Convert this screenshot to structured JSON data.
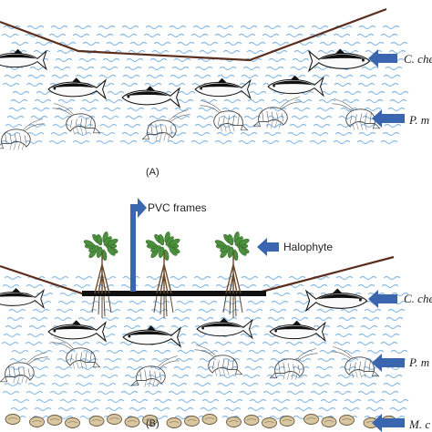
{
  "panels": [
    {
      "label": "(A)",
      "species": [
        {
          "name": "C. che",
          "icon": "fish-icon"
        },
        {
          "name": "P. m",
          "icon": "shrimp-icon"
        }
      ]
    },
    {
      "label": "(B)",
      "callouts": {
        "frame": "PVC frames",
        "plant": "Halophyte"
      },
      "species": [
        {
          "name": "C. che",
          "icon": "fish-icon"
        },
        {
          "name": "P. m",
          "icon": "shrimp-icon"
        },
        {
          "name": "M. c",
          "icon": "oyster-icon"
        }
      ]
    }
  ],
  "colors": {
    "arrow": "#3a66b0",
    "pond_bank": "#5a2d1c",
    "water_wave": "#6aa9df",
    "mangrove": "#4c8f3c",
    "frame": "#111111"
  }
}
